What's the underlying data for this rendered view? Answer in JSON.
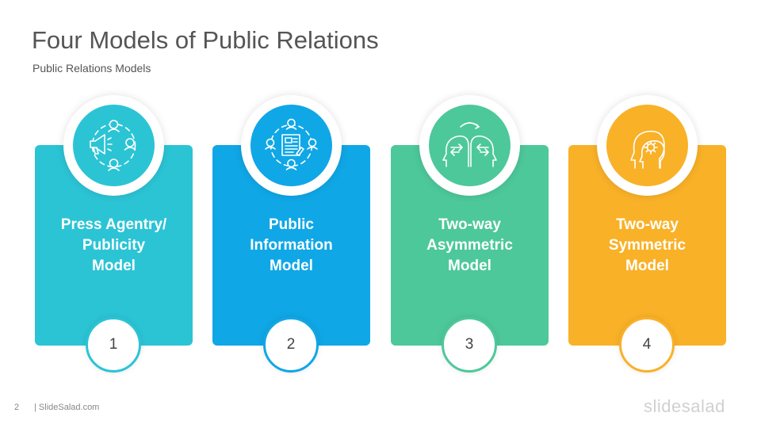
{
  "slide": {
    "title": "Four Models of Public Relations",
    "subtitle": "Public Relations Models"
  },
  "cards": [
    {
      "title": "Press Agentry/\nPublicity\nModel",
      "number": "1",
      "color": "#2BC4D5",
      "icon": "megaphone-people-icon"
    },
    {
      "title": "Public\nInformation\nModel",
      "number": "2",
      "color": "#10A7E6",
      "icon": "news-people-icon"
    },
    {
      "title": "Two-way\nAsymmetric\nModel",
      "number": "3",
      "color": "#4DC89A",
      "icon": "two-heads-exchange-icon"
    },
    {
      "title": "Two-way\nSymmetric\nModel",
      "number": "4",
      "color": "#F9B128",
      "icon": "head-gear-icon"
    }
  ],
  "footer": {
    "page_number": "2",
    "site": "| SlideSalad.com",
    "logo": "slidesalad"
  }
}
